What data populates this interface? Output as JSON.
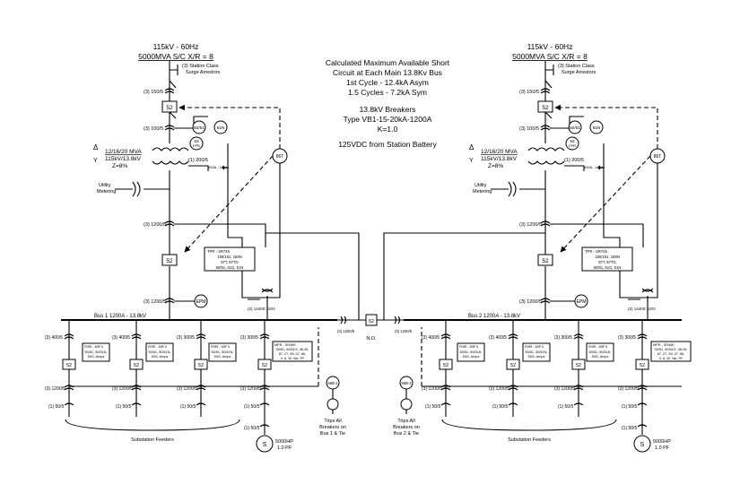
{
  "notes": {
    "line1": "Calculated Maximum Available Short",
    "line2": "Circuit at Each Main 13.8Kv Bus",
    "line3": "1st Cycle - 12.4kA Asym",
    "line4": "1.5 Cycles - 7.2kA Sym",
    "line5": "13.8kV Breakers",
    "line6": "Type VB1-15-20kA-1200A",
    "line7": "K=1.0",
    "line8": "125VDC from Station Battery"
  },
  "source": {
    "voltage": "115kV - 60Hz",
    "short_circuit": "5000MVA S/C  X/R = 8"
  },
  "labels": {
    "surge_line1": "(3) Station Class",
    "surge_line2": "Surge Arrestors",
    "ct_150": "(3) 150/5",
    "ct_100": "(3) 100/5",
    "ct_200": "(1) 200/5",
    "ct_1200": "(3) 1200/5",
    "breaker": "52",
    "relay_50_51": "50/51",
    "relay_51n": "51N",
    "relay_63": "63",
    "relay_fpr": "FPR",
    "relay_86t": "86T",
    "relay_86b1": "86B-1",
    "relay_86b2": "86B-2",
    "ct_secondary": "400A - 10sec",
    "tx_rating": "12/16/20 MVA",
    "tx_voltage": "115kV/13.8kV",
    "tx_z": "Z=8%",
    "utility": "Utility",
    "metering": "Metering",
    "tpr_title": "TPR - SR745",
    "tpr_l1": "150/151, 159N",
    "tpr_l2": "87T, 87TG",
    "tpr_l3": "50/51, 51G, 51N",
    "epm": "EPM",
    "pt": "(2) 14400:120V",
    "bus1": "Bus 1  1200A - 13.8kV",
    "bus2": "Bus 2  1200A - 13.8kV",
    "ct_400": "(3) 400/5",
    "ct_300": "(3) 300/5",
    "ct_50": "(1) 50/5",
    "fmr_title": "FMR - MIF II",
    "fmr_l1": "50/51, 50/51N,",
    "fmr_l2": "50G, Amps",
    "mpr_title": "MPR - SR469",
    "mpr_l1": "50/51, 50/51G, 46,49,",
    "mpr_l2": "87, 27, 59, 47, 86,",
    "mpr_l3": "V, A, W, Var, PF",
    "tie_ct1": "(3) 1200/5",
    "tie_ct2": "(3) 1200/5",
    "tie_no": "N.O.",
    "feeders": "Substation Feeders",
    "motor_s": "S",
    "motor_hp": "5000HP",
    "motor_pf": "1.0 PF",
    "trip1_l1": "Trips All",
    "trip1_l2": "Breakers on",
    "trip1_l3": "Bus  1 & Tie",
    "trip2_l1": "Trips All",
    "trip2_l2": "Breakers on",
    "trip2_l3": "Bus  2 & Tie",
    "tx_symbol_delta": "Δ",
    "tx_symbol_wye": "Y"
  }
}
